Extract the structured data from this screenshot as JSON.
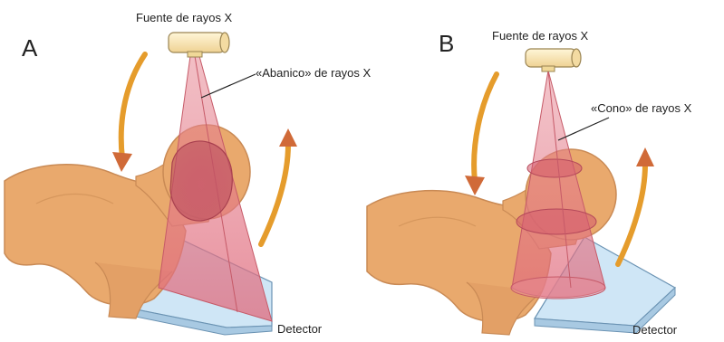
{
  "colors": {
    "skin": "#e9a96d",
    "skin_dark": "#c98a55",
    "beam": "#e78a96",
    "beam_edge": "#c65a68",
    "detector": "#cfe6f6",
    "detector_edge": "#6b93b3",
    "arrow_orange": "#e59c2c",
    "arrow_red": "#d06a38",
    "source_body": "#f8e3b0",
    "source_edge": "#9a8452"
  },
  "panel_a": {
    "letter": "A",
    "source_label": "Fuente de rayos X",
    "beam_label": "«Abanico» de rayos X",
    "detector_label": "Detector",
    "source_icon": "xray-tube-icon",
    "rotation_icon": "rotation-arrow-icon"
  },
  "panel_b": {
    "letter": "B",
    "source_label": "Fuente de rayos X",
    "beam_label": "«Cono» de rayos X",
    "detector_label": "Detector",
    "source_icon": "xray-tube-icon",
    "rotation_icon": "rotation-arrow-icon"
  }
}
